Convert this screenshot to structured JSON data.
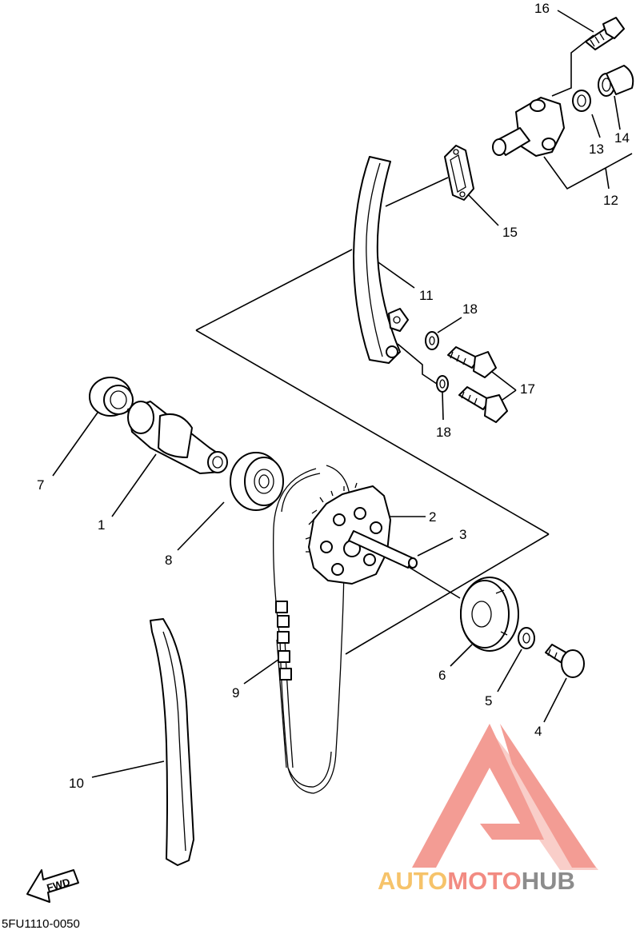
{
  "callouts": [
    {
      "id": "1",
      "label": "1"
    },
    {
      "id": "2",
      "label": "2"
    },
    {
      "id": "3",
      "label": "3"
    },
    {
      "id": "4",
      "label": "4"
    },
    {
      "id": "5",
      "label": "5"
    },
    {
      "id": "6",
      "label": "6"
    },
    {
      "id": "7",
      "label": "7"
    },
    {
      "id": "8",
      "label": "8"
    },
    {
      "id": "9",
      "label": "9"
    },
    {
      "id": "10",
      "label": "10"
    },
    {
      "id": "11",
      "label": "11"
    },
    {
      "id": "12",
      "label": "12"
    },
    {
      "id": "13",
      "label": "13"
    },
    {
      "id": "14",
      "label": "14"
    },
    {
      "id": "15",
      "label": "15"
    },
    {
      "id": "16",
      "label": "16"
    },
    {
      "id": "17",
      "label": "17"
    },
    {
      "id": "18a",
      "label": "18"
    },
    {
      "id": "18b",
      "label": "18"
    }
  ],
  "fwd_label": "FWD",
  "diagram_code": "5FU1110-0050",
  "watermark": {
    "auto": "AUTO",
    "moto": "MOTO",
    "hub": "HUB",
    "color_auto": "#f6c36a",
    "color_moto": "#f28b82",
    "color_hub": "#8c8c8c",
    "logo_color": "#f28b82"
  }
}
